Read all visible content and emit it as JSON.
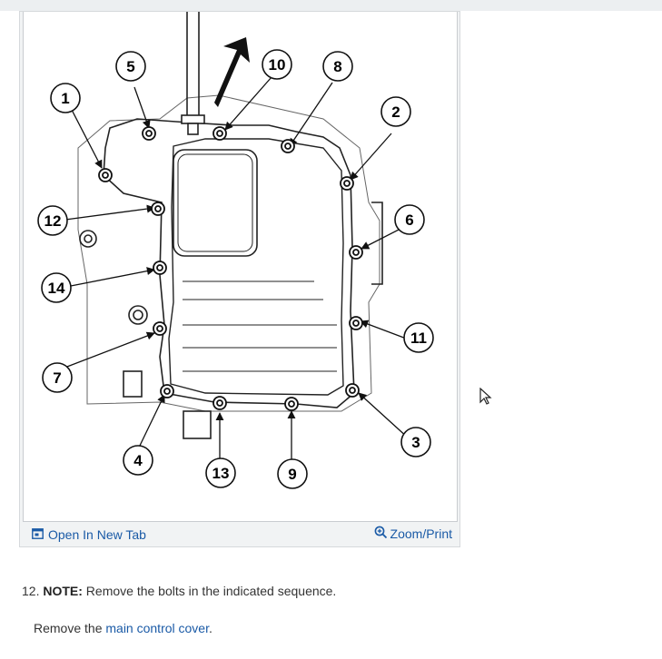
{
  "figure": {
    "callouts": [
      "1",
      "2",
      "3",
      "4",
      "5",
      "6",
      "7",
      "8",
      "9",
      "10",
      "11",
      "12",
      "13",
      "14"
    ],
    "open_tab_label": "Open In New Tab",
    "zoom_label": "Zoom/Print",
    "open_tab_icon": "open-in-new-tab-icon",
    "zoom_icon": "zoom-in-icon"
  },
  "instructions": {
    "step_number": "12.",
    "note_label": "NOTE:",
    "note_text": " Remove the bolts in the indicated sequence.",
    "substep_prefix": "Remove the ",
    "substep_link": "main control cover",
    "substep_suffix": "."
  },
  "colors": {
    "link": "#1a5aa6",
    "panel": "#f1f3f4",
    "text": "#333333"
  }
}
